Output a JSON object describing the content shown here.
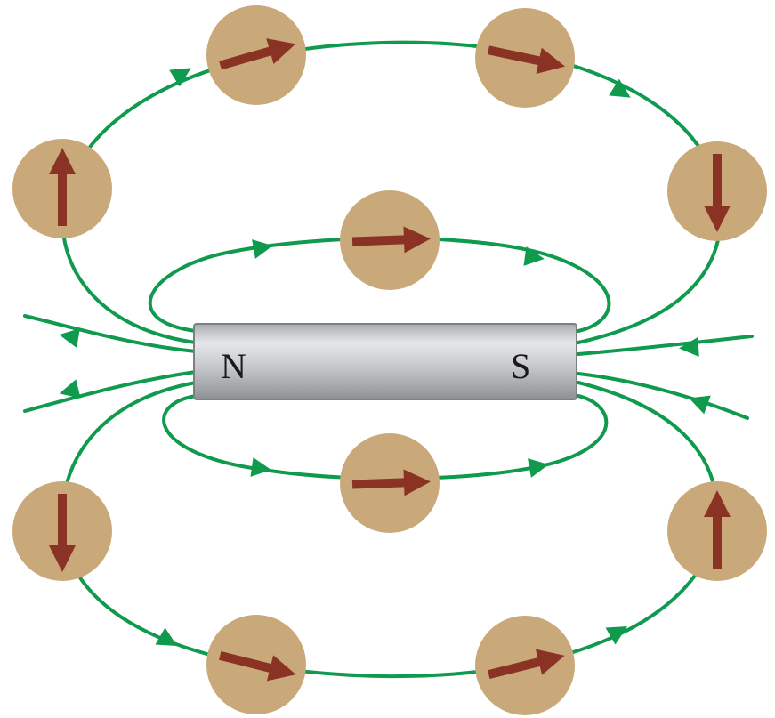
{
  "magnet": {
    "north_label": "N",
    "south_label": "S"
  },
  "colors": {
    "field_line": "#0f9a4e",
    "compass_face": "#c9a97a",
    "compass_needle": "#8a3325",
    "magnet_body": "#c9cbcf",
    "magnet_edge": "#7d7f83",
    "background": "#ffffff"
  },
  "compasses": [
    {
      "name": "compass-upper-left",
      "needle_direction": "up"
    },
    {
      "name": "compass-top-left",
      "needle_direction": "right"
    },
    {
      "name": "compass-top-right",
      "needle_direction": "right"
    },
    {
      "name": "compass-upper-right",
      "needle_direction": "down"
    },
    {
      "name": "compass-inner-top",
      "needle_direction": "right"
    },
    {
      "name": "compass-inner-bottom",
      "needle_direction": "right"
    },
    {
      "name": "compass-lower-left",
      "needle_direction": "down"
    },
    {
      "name": "compass-bottom-left",
      "needle_direction": "right"
    },
    {
      "name": "compass-bottom-right",
      "needle_direction": "right"
    },
    {
      "name": "compass-lower-right",
      "needle_direction": "up"
    }
  ]
}
